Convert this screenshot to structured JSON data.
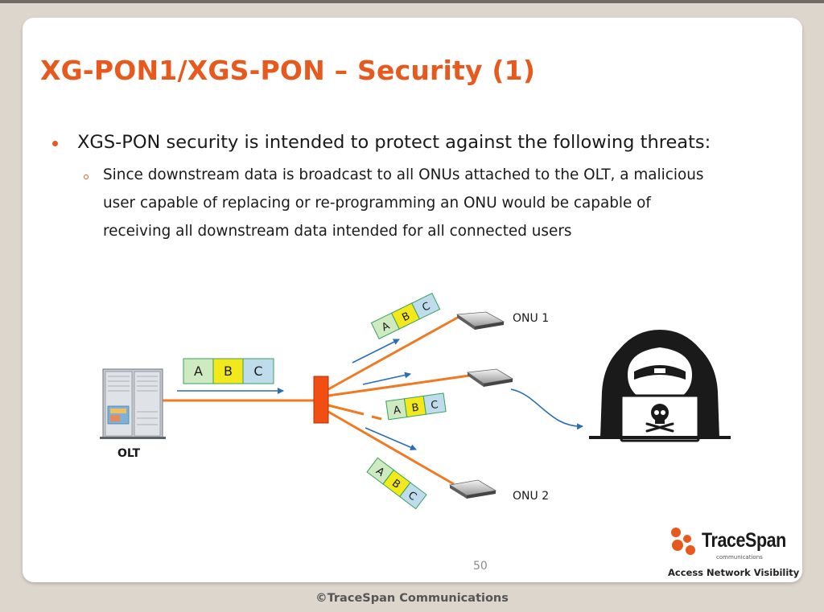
{
  "slide": {
    "title": "XG-PON1/XGS-PON – Security (1)",
    "bullet_main": "XGS-PON security is intended to protect against the following threats:",
    "bullet_sub_lines": [
      "Since downstream data is broadcast to all ONUs attached to the OLT, a malicious",
      "user capable of replacing or re-programming an ONU would be capable of",
      "receiving all downstream data intended for all connected users"
    ],
    "page_number": "50"
  },
  "diagram": {
    "olt_label": "OLT",
    "onu1_label": "ONU 1",
    "onu2_label": "ONU 2",
    "frame_cells": [
      "A",
      "B",
      "C"
    ],
    "colors": {
      "fiber": "#f07a22",
      "arrow": "#2a6db5",
      "splitter": "#f04e13",
      "cell_a": "#cfeac0",
      "cell_b": "#f2e81b",
      "cell_c": "#bfdcec",
      "cell_border": "#35a35a"
    }
  },
  "logo": {
    "name": "TraceSpan",
    "sub": "communications",
    "tagline": "Access Network Visibility",
    "mark_color": "#e8591e"
  },
  "footer": {
    "copyright": "©TraceSpan Communications"
  }
}
